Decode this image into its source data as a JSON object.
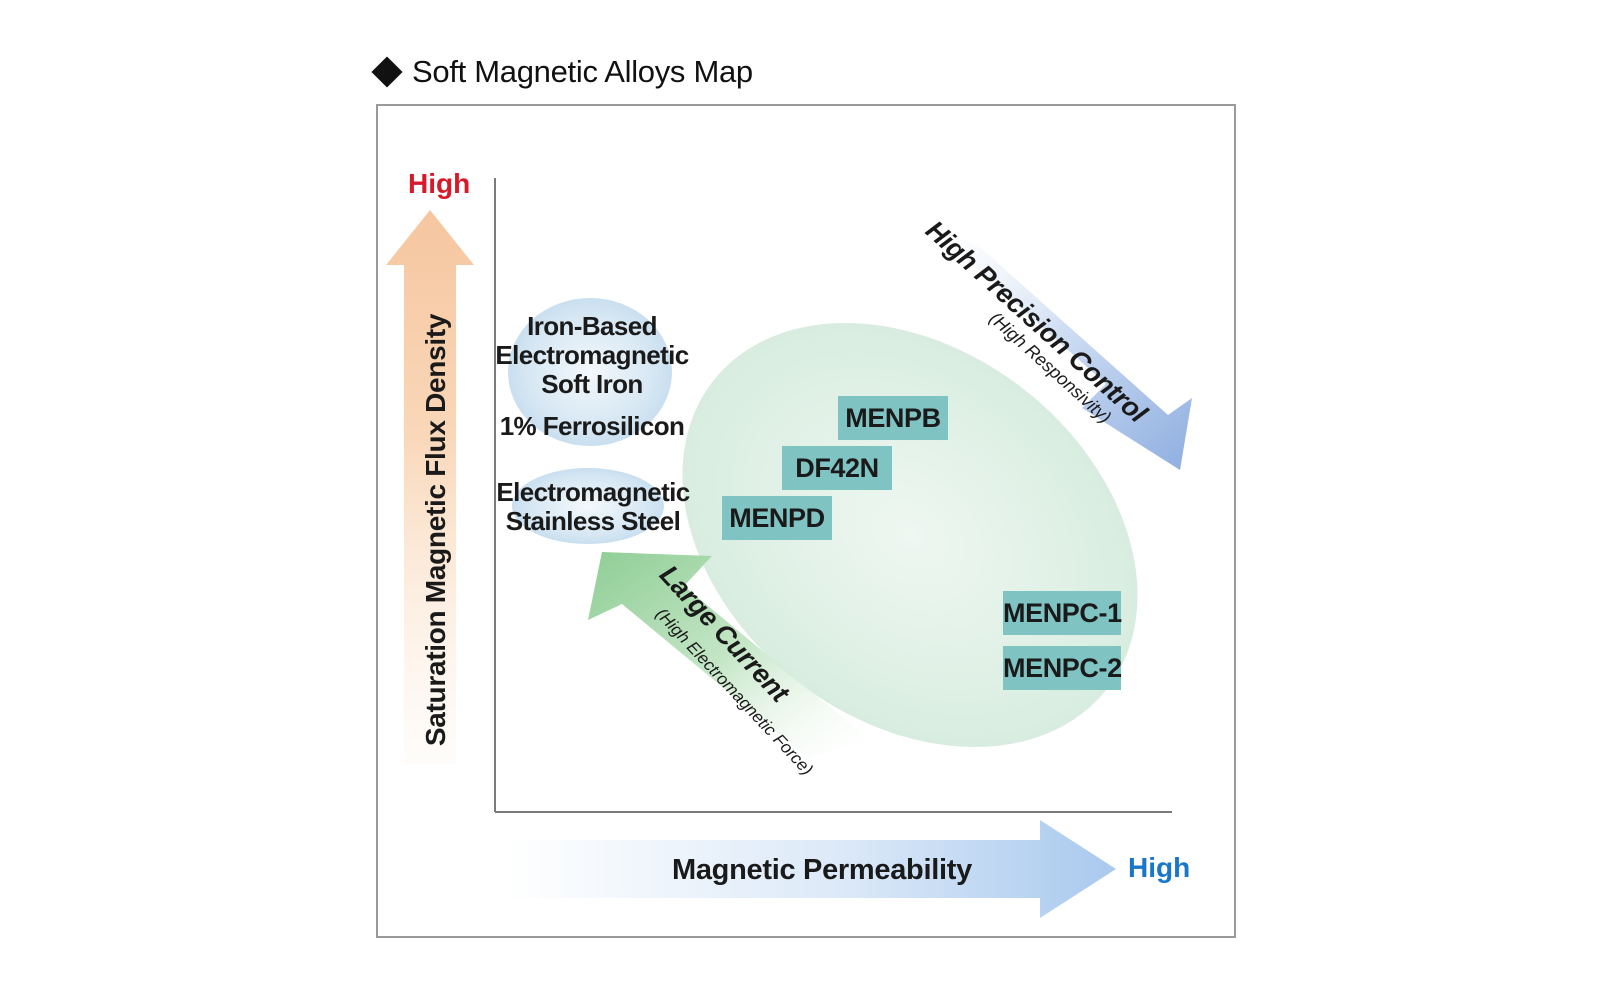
{
  "title": "Soft Magnetic Alloys Map",
  "axes": {
    "y_label": "Saturation Magnetic Flux Density",
    "y_high": "High",
    "x_label": "Magnetic Permeability",
    "x_high": "High"
  },
  "bubbles": {
    "iron_based": [
      "Iron-Based",
      "Electromagnetic",
      "Soft Iron"
    ],
    "ferrosilicon": "1% Ferrosilicon",
    "stainless": [
      "Electromagnetic",
      "Stainless Steel"
    ]
  },
  "materials": {
    "menpb": "MENPB",
    "df42n": "DF42N",
    "menpd": "MENPD",
    "menpc1": "MENPC-1",
    "menpc2": "MENPC-2"
  },
  "directions": {
    "high_precision": {
      "title": "High Precision Control",
      "subtitle": "(High Responsivity)"
    },
    "large_current": {
      "title": "Large Current",
      "subtitle": "(High Electromagnetic Force)"
    }
  },
  "colors": {
    "high_y": "#d7192a",
    "high_x": "#1877c8",
    "material_box": "#7fc3c3",
    "y_arrow": "#f6c9a0",
    "x_arrow": "#a9c9ee",
    "precision_arrow": "#8eaee0",
    "current_arrow": "#8fcd95",
    "region": "#d9efe1",
    "bubble": "#c8dff0"
  },
  "icons": {
    "title_marker": "diamond-icon"
  }
}
